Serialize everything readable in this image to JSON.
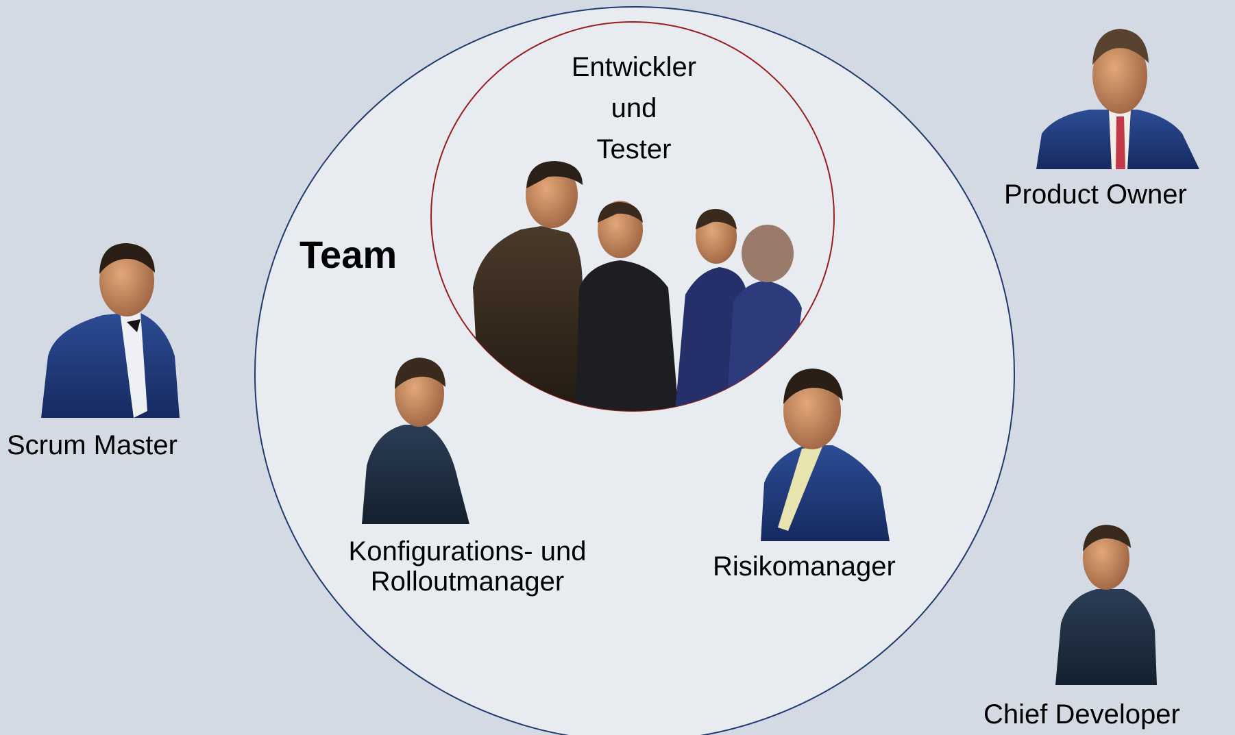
{
  "diagram": {
    "team_label": "Team",
    "inner_group_lines": [
      "Entwickler",
      "und",
      "Tester"
    ],
    "roles": {
      "product_owner": "Product Owner",
      "scrum_master": "Scrum Master",
      "chief_developer": "Chief Developer",
      "risk_manager": "Risikomanager",
      "config_manager_line1": "Konfigurations- und",
      "config_manager_line2": "Rolloutmanager"
    }
  },
  "colors": {
    "background": "#d3dae3",
    "team_circle_fill": "#e8ecf1",
    "team_circle_stroke": "#1f3a6e",
    "inner_circle_stroke": "#9b1c1c",
    "suit_navy": "#1f3a7a",
    "suit_dark": "#1d2a3c",
    "skin": "#c78a5c",
    "hair": "#3b2a20"
  }
}
